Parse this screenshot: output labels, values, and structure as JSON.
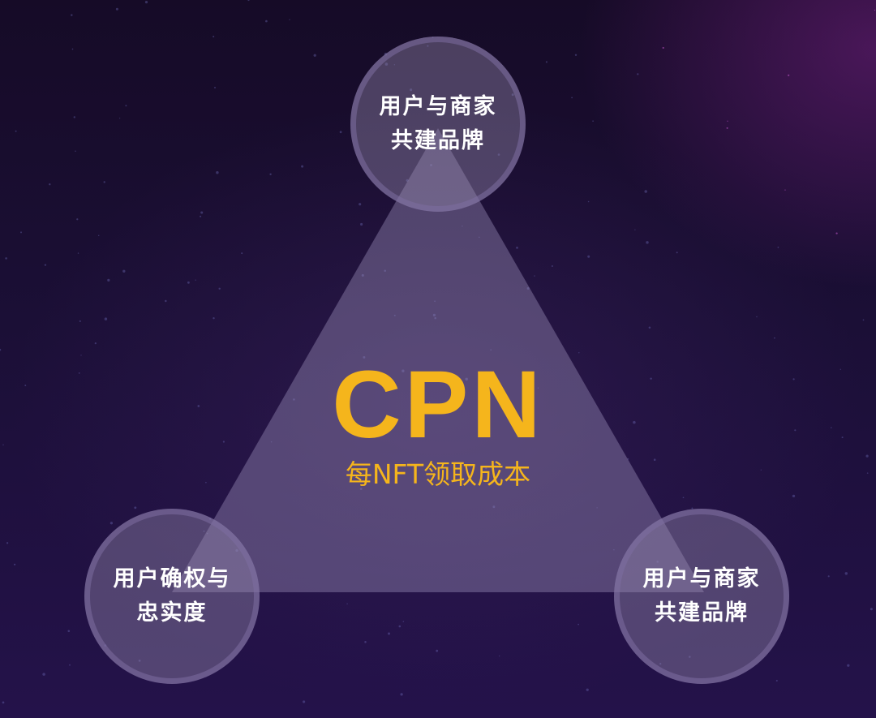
{
  "colors": {
    "accent": "#f5b51c",
    "background": "#1a0d33",
    "node_text": "#ffffff"
  },
  "center": {
    "title": "CPN",
    "subtitle": "每NFT领取成本"
  },
  "nodes": [
    {
      "id": "top",
      "lines": [
        "用户与商家",
        "共建品牌"
      ]
    },
    {
      "id": "left",
      "lines": [
        "用户确权与",
        "忠实度"
      ]
    },
    {
      "id": "right",
      "lines": [
        "用户与商家",
        "共建品牌"
      ]
    }
  ]
}
